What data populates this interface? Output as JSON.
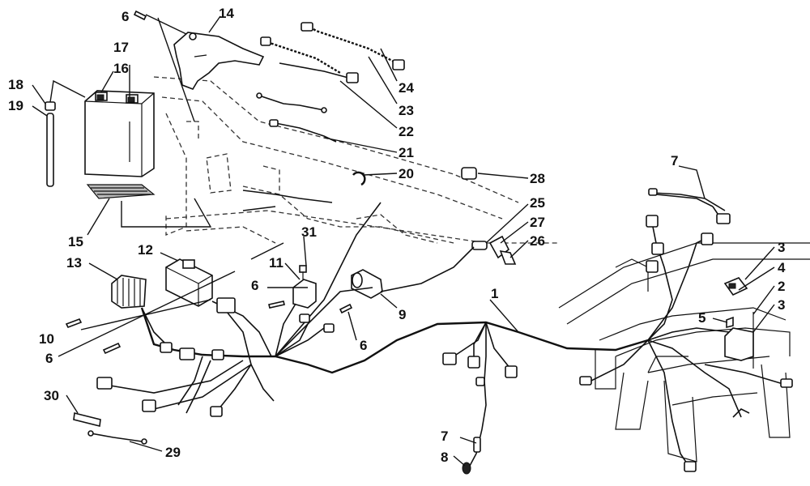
{
  "callouts": {
    "c1": "1",
    "c2": "2",
    "c3a": "3",
    "c3b": "3",
    "c4": "4",
    "c5": "5",
    "c6a": "6",
    "c6b": "6",
    "c6c": "6",
    "c6d": "6",
    "c7a": "7",
    "c7b": "7",
    "c8": "8",
    "c9": "9",
    "c10": "10",
    "c11": "11",
    "c12": "12",
    "c13": "13",
    "c14": "14",
    "c15": "15",
    "c16": "16",
    "c17": "17",
    "c18": "18",
    "c19": "19",
    "c20": "20",
    "c21": "21",
    "c22": "22",
    "c23": "23",
    "c24": "24",
    "c25": "25",
    "c26": "26",
    "c27": "27",
    "c28": "28",
    "c29": "29",
    "c30": "30",
    "c31": "31"
  }
}
